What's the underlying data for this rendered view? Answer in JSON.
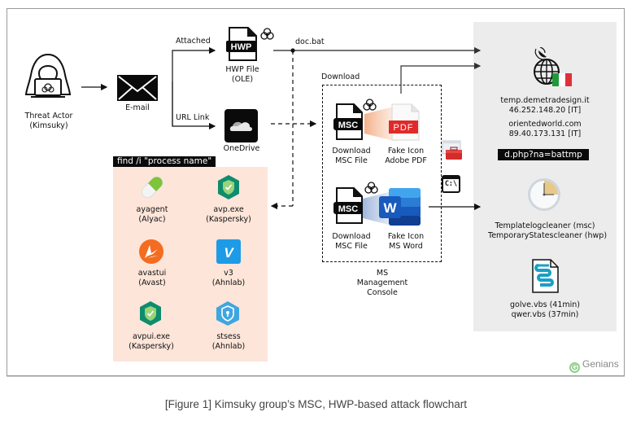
{
  "figure": {
    "caption": "[Figure 1] Kimsuky group’s MSC, HWP-based attack flowchart",
    "brand": "Genians",
    "brand_color": "#6bbf65"
  },
  "nodes": {
    "threat_actor": {
      "line1": "Threat Actor",
      "line2": "(Kimsuky)",
      "icon": "hooded-hacker-icon"
    },
    "email": {
      "label": "E-mail",
      "icon": "envelope-icon"
    },
    "hwp_file": {
      "badge": "HWP",
      "line1": "HWP File",
      "line2": "(OLE)",
      "icon": "hwp-file-icon"
    },
    "onedrive": {
      "label": "OneDrive",
      "icon": "onedrive-icon"
    },
    "msc_pdf": {
      "badge": "MSC",
      "file_line1": "Download",
      "file_line2": "MSC File",
      "fake_badge": "PDF",
      "fake_line1": "Fake Icon",
      "fake_line2": "Adobe PDF"
    },
    "msc_word": {
      "badge": "MSC",
      "file_line1": "Download",
      "file_line2": "MSC File",
      "fake_badge": "W",
      "fake_line1": "Fake Icon",
      "fake_line2": "MS Word"
    },
    "mmc": {
      "line1": "MS",
      "line2": "Management",
      "line3": "Console"
    },
    "cmd": {
      "label": "C:\\"
    }
  },
  "edges": {
    "attached": "Attached",
    "url_link": "URL Link",
    "doc_bat": "doc.bat",
    "download": "Download"
  },
  "process_check": {
    "title": "find /i \"process name\"",
    "items": [
      {
        "name": "ayagent",
        "vendor": "(Alyac)",
        "icon": "alyac-pill-icon"
      },
      {
        "name": "avp.exe",
        "vendor": "(Kaspersky)",
        "icon": "kaspersky-shield-icon"
      },
      {
        "name": "avastui",
        "vendor": "(Avast)",
        "icon": "avast-icon"
      },
      {
        "name": "v3",
        "vendor": "(Ahnlab)",
        "icon": "ahnlab-v3-icon"
      },
      {
        "name": "avpui.exe",
        "vendor": "(Kaspersky)",
        "icon": "kaspersky-shield-icon"
      },
      {
        "name": "stsess",
        "vendor": "(Ahnlab)",
        "icon": "ahnlab-shield-icon"
      }
    ]
  },
  "c2": {
    "domain1": "temp.demetradesign.it",
    "ip1": "46.252.148.20 [IT]",
    "domain2": "orientedworld.com",
    "ip2": "89.40.173.131 [IT]",
    "url_param": "d.php?na=battmp",
    "tasks_line1": "Templatelogcleaner (msc)",
    "tasks_line2": "TemporaryStatescleaner (hwp)",
    "scripts_line1": "golve.vbs (41min)",
    "scripts_line2": "qwer.vbs (37min)"
  }
}
